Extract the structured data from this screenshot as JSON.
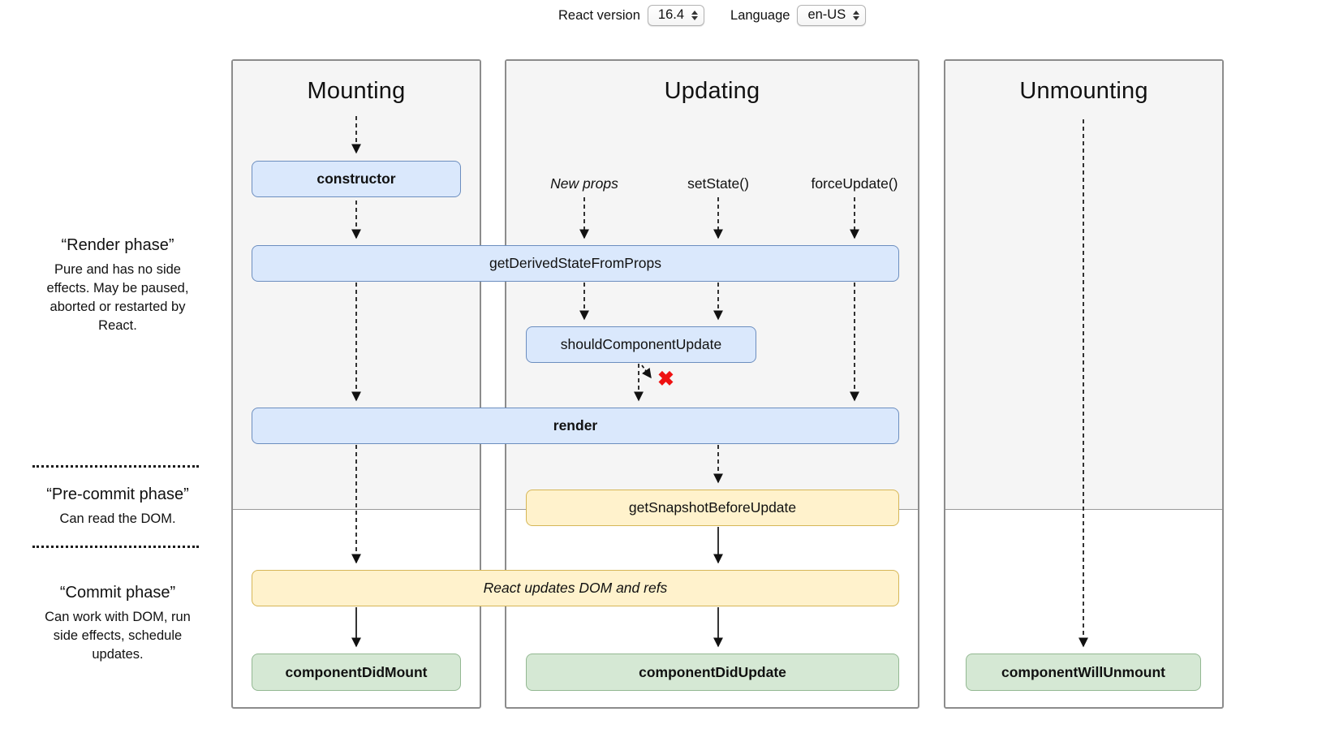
{
  "toolbar": {
    "react_version_label": "React version",
    "react_version_value": "16.4",
    "language_label": "Language",
    "language_value": "en-US"
  },
  "columns": {
    "mounting": {
      "title": "Mounting"
    },
    "updating": {
      "title": "Updating"
    },
    "unmounting": {
      "title": "Unmounting"
    }
  },
  "phases": {
    "render": {
      "title": "“Render phase”",
      "description": "Pure and has no side effects. May be paused, aborted or restarted by React."
    },
    "pre_commit": {
      "title": "“Pre-commit phase”",
      "description": "Can read the DOM."
    },
    "commit": {
      "title": "“Commit phase”",
      "description": "Can work with DOM, run side effects, schedule updates."
    }
  },
  "nodes": {
    "constructor": "constructor",
    "get_derived_state_from_props": "getDerivedStateFromProps",
    "new_props": "New props",
    "set_state": "setState()",
    "force_update": "forceUpdate()",
    "should_component_update": "shouldComponentUpdate",
    "render": "render",
    "get_snapshot_before_update": "getSnapshotBeforeUpdate",
    "react_updates_dom": "React updates DOM and refs",
    "component_did_mount": "componentDidMount",
    "component_did_update": "componentDidUpdate",
    "component_will_unmount": "componentWillUnmount"
  },
  "glyphs": {
    "no_rerender": "✖"
  },
  "colors": {
    "box_blue_fill": "#dae8fc",
    "box_blue_border": "#6c8ebf",
    "box_yellow_fill": "#fff2cc",
    "box_yellow_border": "#d6b656",
    "box_green_fill": "#d5e8d4",
    "box_green_border": "#93b892",
    "stop_x_red": "#ee1111"
  }
}
